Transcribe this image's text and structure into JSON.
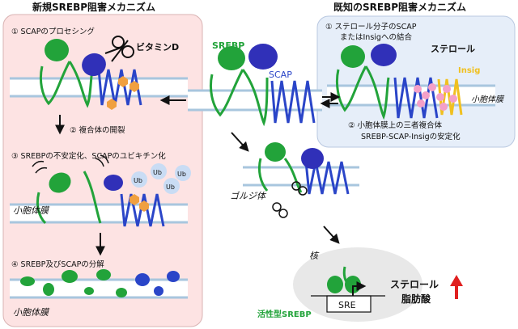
{
  "left_panel": {
    "title": "新規SREBP阻害メカニズム",
    "step1": "① SCAPのプロセシング",
    "vitamin": "ビタミンD",
    "step2": "② 複合体の開裂",
    "step3": "③ SREBPの不安定化、SCAPのユビキチン化",
    "ub": "Ub",
    "membrane": "小胞体膜",
    "step4": "④ SREBP及びSCAPの分解",
    "membrane2": "小胞体膜"
  },
  "right_panel": {
    "title": "既知のSREBP阻害メカニズム",
    "step1_line1": "① ステロール分子のSCAP",
    "step1_line2": "またはInsigへの結合",
    "sterol": "ステロール",
    "insig": "Insig",
    "membrane": "小胞体膜",
    "step2_line1": "② 小胞体膜上の三者複合体",
    "step2_line2": "SREBP-SCAP-Insigの安定化"
  },
  "center": {
    "srebp": "SREBP",
    "scap": "SCAP",
    "golgi": "ゴルジ体",
    "nucleus": "核",
    "sre": "SRE",
    "active": "活性型SREBP",
    "out_sterol": "ステロール",
    "out_fat": "脂肪酸"
  },
  "colors": {
    "srebp": "#22a33a",
    "scap": "#2a45c8",
    "scap_head": "#3030b8",
    "insig": "#f0c020",
    "sterol": "#f4a0c8",
    "vitamin": "#f0a040",
    "ub": "#c9dcf4",
    "left_bg": "#fde3e3",
    "right_bg": "#e6eef9",
    "nucleus_bg": "#e8e8e8",
    "membrane_head": "#c8dff0",
    "up_arrow": "#e02020"
  }
}
